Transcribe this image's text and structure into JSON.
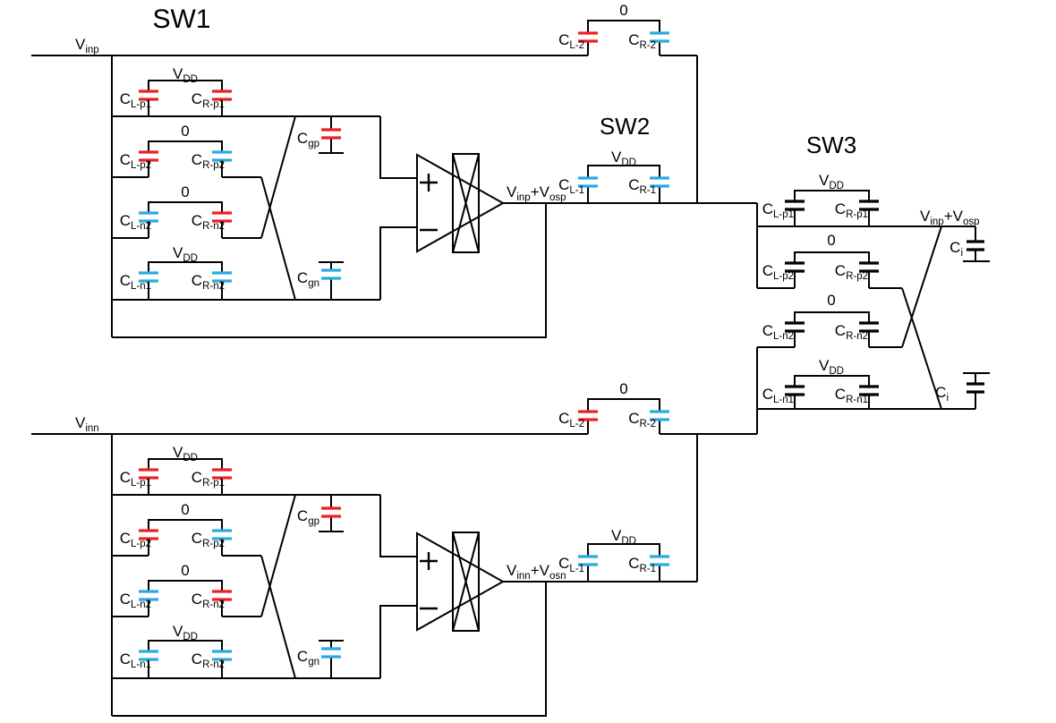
{
  "colors": {
    "red": "#ed2024",
    "blue": "#29abe2",
    "wire": "#000000"
  },
  "titles": {
    "sw1": "SW1",
    "sw2": "SW2",
    "sw3": "SW3"
  },
  "labels": {
    "c": "C",
    "v": "V",
    "dd": "DD",
    "zero": "0",
    "plus": "+",
    "inp": "inp",
    "inn": "inn",
    "osp": "osp",
    "osn": "osn",
    "caps": {
      "l_p1": "L-p1",
      "r_p1": "R-p1",
      "l_p2": "L-p2",
      "r_p2": "R-p2",
      "l_n2": "L-n2",
      "r_n2": "R-n2",
      "l_n1": "L-n1",
      "r_n1": "R-n1",
      "gp": "gp",
      "gn": "gn",
      "l_2": "L-2",
      "r_2": "R-2",
      "l_1": "L-1",
      "r_1": "R-1",
      "i": "i"
    }
  }
}
